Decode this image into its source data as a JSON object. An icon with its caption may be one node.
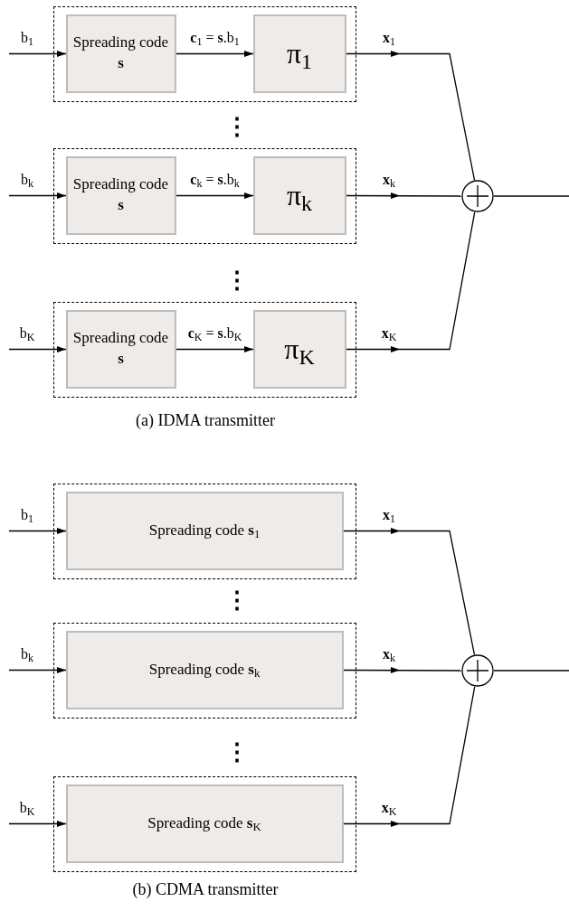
{
  "diagram": {
    "nodes": [
      {
        "text": [],
        "shape": "box"
      },
      {
        "text": [
          "Spreading code **s**"
        ],
        "in": 0
      },
      {
        "text": [
          "π$_{1}$"
        ],
        "in": 0
      },
      {
        "text": [],
        "shape": "box"
      },
      {
        "text": [
          "Spreading code **s**"
        ],
        "in": 3
      },
      {
        "text": [
          "π$_{k}$"
        ],
        "in": 3
      },
      {
        "text": [],
        "shape": "box"
      },
      {
        "text": [
          "Spreading code **s**"
        ],
        "in": 6
      },
      {
        "text": [
          "π$_{K}$"
        ],
        "in": 6
      },
      {
        "text": [],
        "shape": "circle"
      },
      {
        "text": [],
        "shape": "box"
      },
      {
        "text": [
          "Spreading code **s**$_{1}$"
        ],
        "in": 10
      },
      {
        "text": [],
        "shape": "box"
      },
      {
        "text": [
          "Spreading code **s**$_{k}$"
        ],
        "in": 12
      },
      {
        "text": [],
        "shape": "box"
      },
      {
        "text": [
          "Spreading code **s**$_{K}$"
        ],
        "in": 14
      },
      {
        "text": [],
        "shape": "circle"
      }
    ],
    "edges": [
      {
        "from": null,
        "to": 1,
        "arrow": "to",
        "label": "b$_{1}$"
      },
      {
        "from": 1,
        "to": 2,
        "arrow": "to",
        "label": "**c**$_{1}$ = **s**.b$_{1}$"
      },
      {
        "from": 2,
        "to": 9,
        "arrow": "to",
        "label": "**x**$_{1}$"
      },
      {
        "from": null,
        "to": 4,
        "arrow": "to",
        "label": "b$_{k}$"
      },
      {
        "from": 4,
        "to": 5,
        "arrow": "to",
        "label": "**c**$_{k}$ = **s**.b$_{k}$"
      },
      {
        "from": 5,
        "to": 9,
        "arrow": "to",
        "label": "**x**$_{k}$"
      },
      {
        "from": null,
        "to": 7,
        "arrow": "to",
        "label": "b$_{K}$"
      },
      {
        "from": 7,
        "to": 8,
        "arrow": "to",
        "label": "**c**$_{K}$ = **s**.b$_{K}$"
      },
      {
        "from": 8,
        "to": 9,
        "arrow": "to",
        "label": "**x**$_{K}$"
      },
      {
        "from": 9,
        "to": null,
        "arrow": "none"
      },
      {
        "from": null,
        "to": 11,
        "arrow": "to",
        "label": "b$_{1}$"
      },
      {
        "from": 11,
        "to": 16,
        "arrow": "to",
        "label": "**x**$_{1}$"
      },
      {
        "from": null,
        "to": 13,
        "arrow": "to",
        "label": "b$_{k}$"
      },
      {
        "from": 13,
        "to": 16,
        "arrow": "to",
        "label": "**x**$_{k}$"
      },
      {
        "from": null,
        "to": 15,
        "arrow": "to",
        "label": "b$_{K}$"
      },
      {
        "from": 15,
        "to": 16,
        "arrow": "to",
        "label": "**x**$_{K}$"
      },
      {
        "from": 16,
        "to": null,
        "arrow": "none"
      }
    ],
    "labels": [
      "⋮",
      "⋮",
      "(a) IDMA transmitter",
      "⋮",
      "⋮",
      "(b) CDMA transmitter"
    ]
  }
}
